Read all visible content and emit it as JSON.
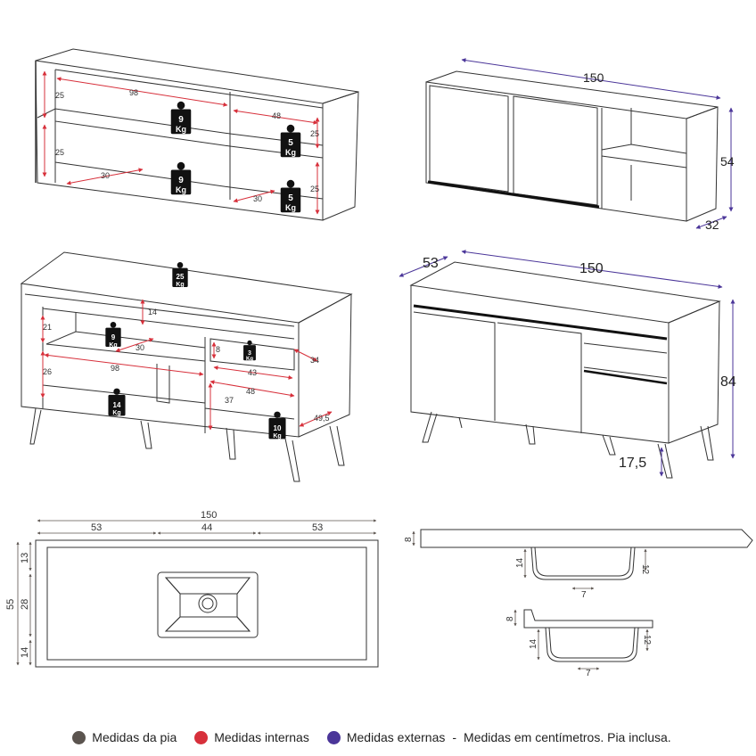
{
  "colors": {
    "pia": "#5b544f",
    "internas": "#d7303b",
    "externas": "#4b3699",
    "line": "#333333",
    "weight": "#111111"
  },
  "upper_cabinet_internal": {
    "height_top": "25",
    "height_bottom": "25",
    "width_main": "98",
    "width_side": "48",
    "side_height_top": "25",
    "side_height_bottom": "25",
    "depth_left": "30",
    "depth_right": "30",
    "weights": [
      {
        "value": "9",
        "unit": "Kg"
      },
      {
        "value": "9",
        "unit": "Kg"
      },
      {
        "value": "5",
        "unit": "Kg"
      },
      {
        "value": "5",
        "unit": "Kg"
      }
    ]
  },
  "upper_cabinet_external": {
    "width": "150",
    "height": "54",
    "depth": "32"
  },
  "lower_cabinet_internal": {
    "weight_top": {
      "value": "25",
      "unit": "Kg"
    },
    "weight_shelf": {
      "value": "9",
      "unit": "Kg"
    },
    "weight_bottom": {
      "value": "14",
      "unit": "Kg"
    },
    "weight_drawer": {
      "value": "3",
      "unit": "Kg"
    },
    "weight_right": {
      "value": "10",
      "unit": "Kg"
    },
    "dim_14": "14",
    "dim_21": "21",
    "dim_30": "30",
    "dim_26": "26",
    "dim_98": "98",
    "dim_8": "8",
    "dim_43": "43",
    "dim_34": "34",
    "dim_48": "48",
    "dim_37": "37",
    "dim_49_5": "49,5"
  },
  "lower_cabinet_external": {
    "depth": "53",
    "width": "150",
    "height": "84",
    "leg": "17,5"
  },
  "sink_top_view": {
    "total": "150",
    "left": "53",
    "middle": "44",
    "right": "53",
    "depth_total": "55",
    "top": "13",
    "basin": "28",
    "bottom": "14"
  },
  "sink_section_1": {
    "thickness": "8",
    "basin_depth_left": "14",
    "basin_depth_right": "12",
    "bottom": "7"
  },
  "sink_section_2": {
    "thickness": "8",
    "basin_depth_left": "14",
    "basin_depth_right": "12",
    "bottom": "7"
  },
  "legend": {
    "pia": "Medidas da pia",
    "internas": "Medidas internas",
    "externas": "Medidas externas",
    "separator": "-",
    "note": "Medidas em centímetros. Pia inclusa."
  }
}
